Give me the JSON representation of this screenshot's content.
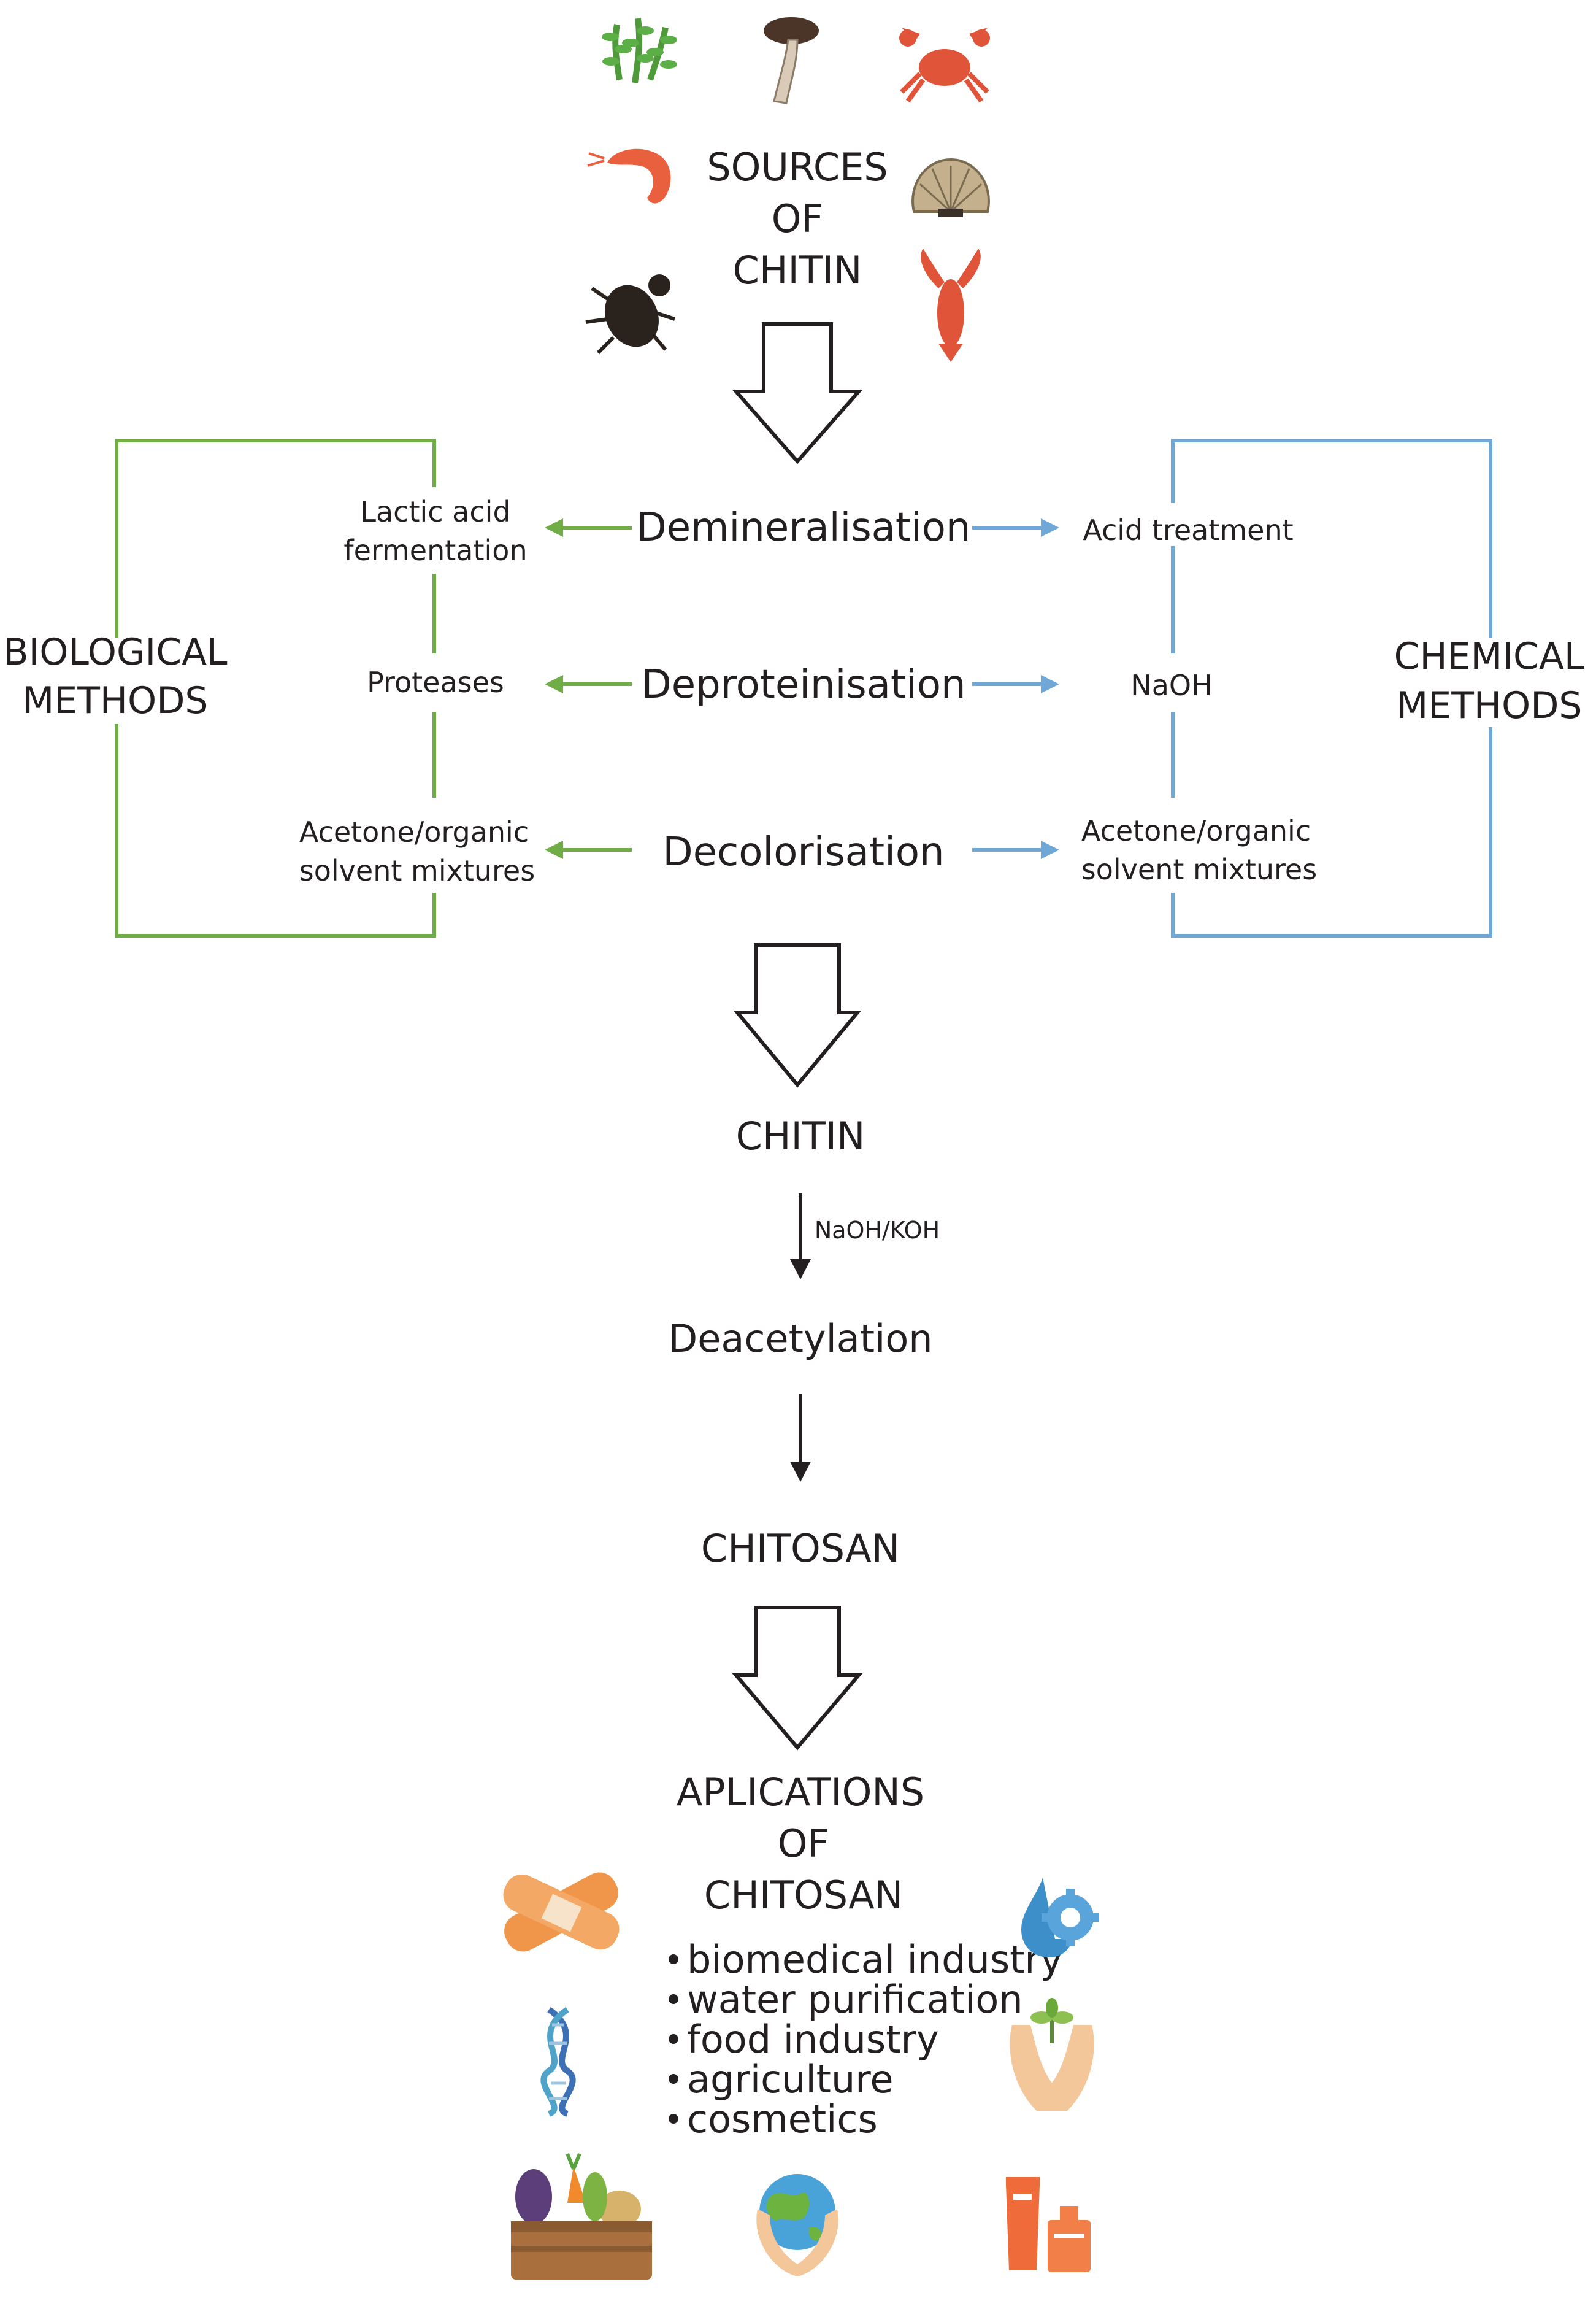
{
  "sources": {
    "title_lines": [
      "SOURCES",
      "OF",
      "CHITIN"
    ],
    "icons": [
      "algae-icon",
      "mushroom-icon",
      "crab-icon",
      "shrimp-icon",
      "shell-icon",
      "beetle-icon",
      "lobster-icon"
    ]
  },
  "biological": {
    "label_lines": [
      "BIOLOGICAL",
      "METHODS"
    ],
    "color": "#70ad47",
    "items": [
      {
        "lines": [
          "Lactic acid",
          "fermentation"
        ]
      },
      {
        "lines": [
          "Proteases"
        ]
      },
      {
        "lines": [
          "Acetone/organic",
          "solvent mixtures"
        ]
      }
    ]
  },
  "chemical": {
    "label_lines": [
      "CHEMICAL",
      "METHODS"
    ],
    "color": "#6fa8d6",
    "items": [
      {
        "lines": [
          "Acid treatment"
        ]
      },
      {
        "lines": [
          "NaOH"
        ]
      },
      {
        "lines": [
          "Acetone/organic",
          "solvent mixtures"
        ]
      }
    ]
  },
  "steps": [
    "Demineralisation",
    "Deproteinisation",
    "Decolorisation"
  ],
  "flow": {
    "chitin": "CHITIN",
    "reagent": "NaOH/KOH",
    "deacetylation": "Deacetylation",
    "chitosan": "CHITOSAN"
  },
  "applications": {
    "title_lines": [
      "APLICATIONS",
      "OF",
      "CHITOSAN"
    ],
    "items": [
      "biomedical industry",
      "water purification",
      "food industry",
      "agriculture",
      "cosmetics"
    ],
    "icons": [
      "bandage-icon",
      "water-drop-gear-icon",
      "dna-icon",
      "hands-plant-icon",
      "vegetable-crate-icon",
      "globe-hands-icon",
      "cosmetics-bottles-icon"
    ]
  }
}
